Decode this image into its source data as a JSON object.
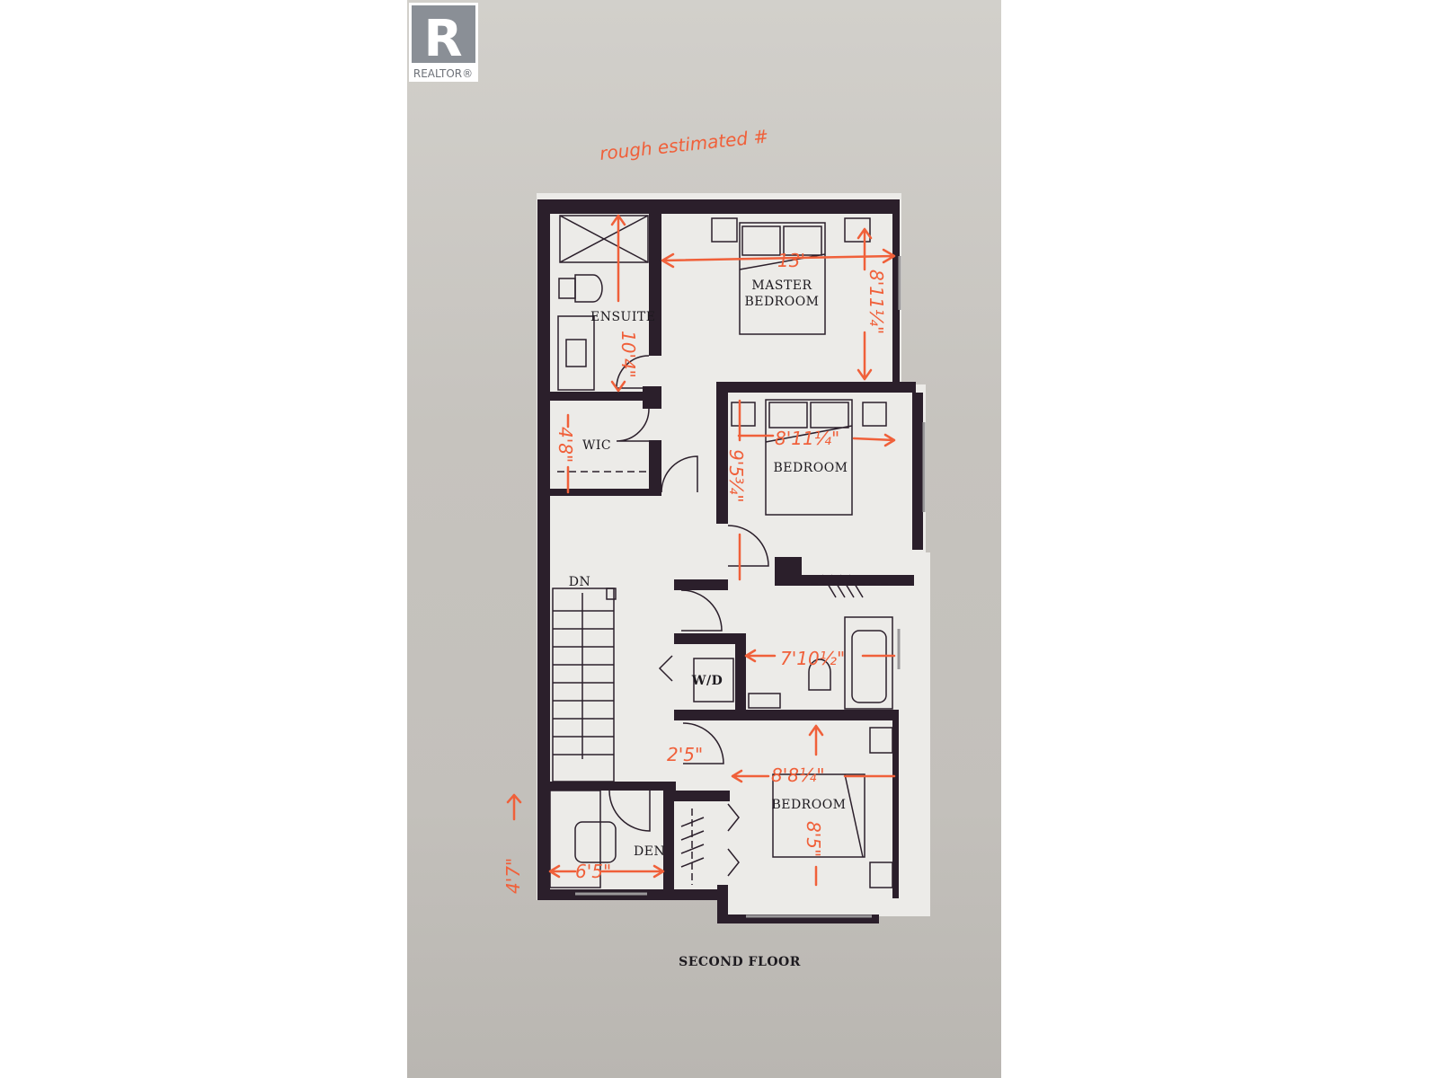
{
  "logo": {
    "text": "REALTOR®",
    "letter": "R"
  },
  "note": "rough estimated #",
  "title": "SECOND FLOOR",
  "rooms": {
    "ensuite": "ENSUITE",
    "master_1": "MASTER",
    "master_2": "BEDROOM",
    "wic": "WIC",
    "bedroom2": "BEDROOM",
    "stairs": "DN",
    "laundry": "W/D",
    "bedroom3": "BEDROOM",
    "den": "DEN"
  },
  "dimensions": {
    "master_width": "13'",
    "master_depth": "8'11¼\"",
    "ensuite": "10'4\"",
    "wic": "4'8\"",
    "bedroom2_width": "8'11¼\"",
    "bedroom2_depth": "9'5¾\"",
    "bath": "7'10½\"",
    "hall": "2'5\"",
    "bedroom3_width": "8'8¼\"",
    "bedroom3_depth": "8'5\"",
    "den_depth": "4'7\"",
    "den_width": "6'5\""
  },
  "colors": {
    "walls": "#2b1f2b",
    "annotation": "#f0603a",
    "paper": "#ecebe8"
  }
}
